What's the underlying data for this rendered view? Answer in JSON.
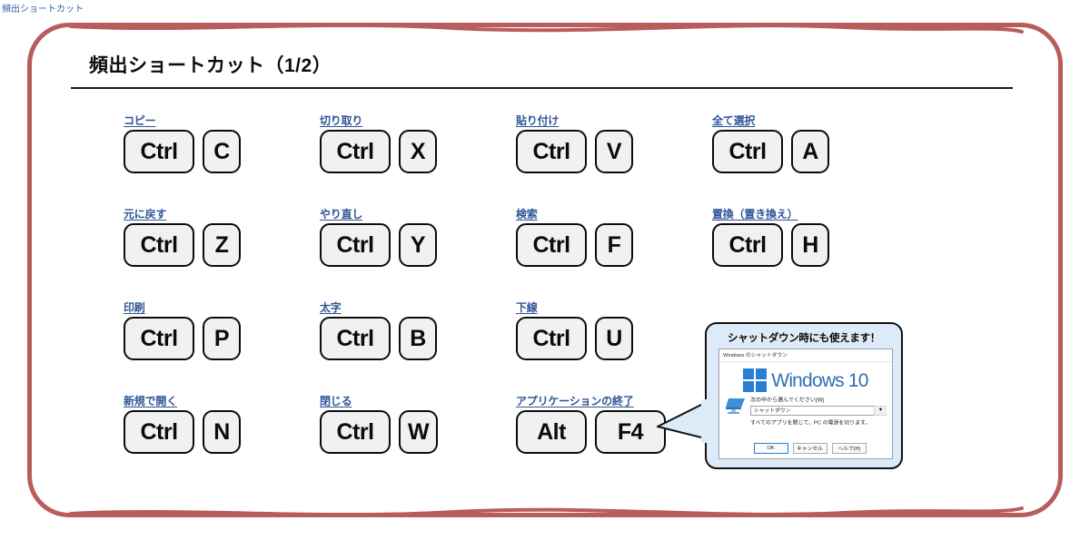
{
  "page_caption": "頻出ショートカット",
  "slide": {
    "title": "頻出ショートカット（1/2）"
  },
  "colors": {
    "frame_border": "#b85c5c",
    "label_blue": "#2f5597",
    "key_fill": "#f1f1f1",
    "key_border": "#0b0b0b",
    "callout_fill": "#dcebf7",
    "windows_blue": "#2a7fd4"
  },
  "shortcuts": [
    [
      {
        "label": "コピー",
        "keys": [
          "Ctrl",
          "C"
        ]
      },
      {
        "label": "切り取り",
        "keys": [
          "Ctrl",
          "X"
        ]
      },
      {
        "label": "貼り付け",
        "keys": [
          "Ctrl",
          "V"
        ]
      },
      {
        "label": "全て選択",
        "keys": [
          "Ctrl",
          "A"
        ]
      }
    ],
    [
      {
        "label": "元に戻す",
        "keys": [
          "Ctrl",
          "Z"
        ]
      },
      {
        "label": "やり直し",
        "keys": [
          "Ctrl",
          "Y"
        ]
      },
      {
        "label": "検索",
        "keys": [
          "Ctrl",
          "F"
        ]
      },
      {
        "label": "置換（置き換え）",
        "keys": [
          "Ctrl",
          "H"
        ]
      }
    ],
    [
      {
        "label": "印刷",
        "keys": [
          "Ctrl",
          "P"
        ]
      },
      {
        "label": "太字",
        "keys": [
          "Ctrl",
          "B"
        ]
      },
      {
        "label": "下線",
        "keys": [
          "Ctrl",
          "U"
        ]
      }
    ],
    [
      {
        "label": "新規で開く",
        "keys": [
          "Ctrl",
          "N"
        ]
      },
      {
        "label": "閉じる",
        "keys": [
          "Ctrl",
          "W"
        ]
      },
      {
        "label": "アプリケーションの終了",
        "keys": [
          "Alt",
          "F4"
        ]
      }
    ]
  ],
  "callout": {
    "title": "シャットダウン時にも使えます！",
    "dialog": {
      "titlebar": "Windows のシャットダウン",
      "brand": "Windows 10",
      "prompt": "次の中から選んでください(W)",
      "selected_option": "シャットダウン",
      "description": "すべてのアプリを閉じて、PC の電源を切ります。",
      "buttons": [
        "OK",
        "キャンセル",
        "ヘルプ(H)"
      ]
    }
  }
}
